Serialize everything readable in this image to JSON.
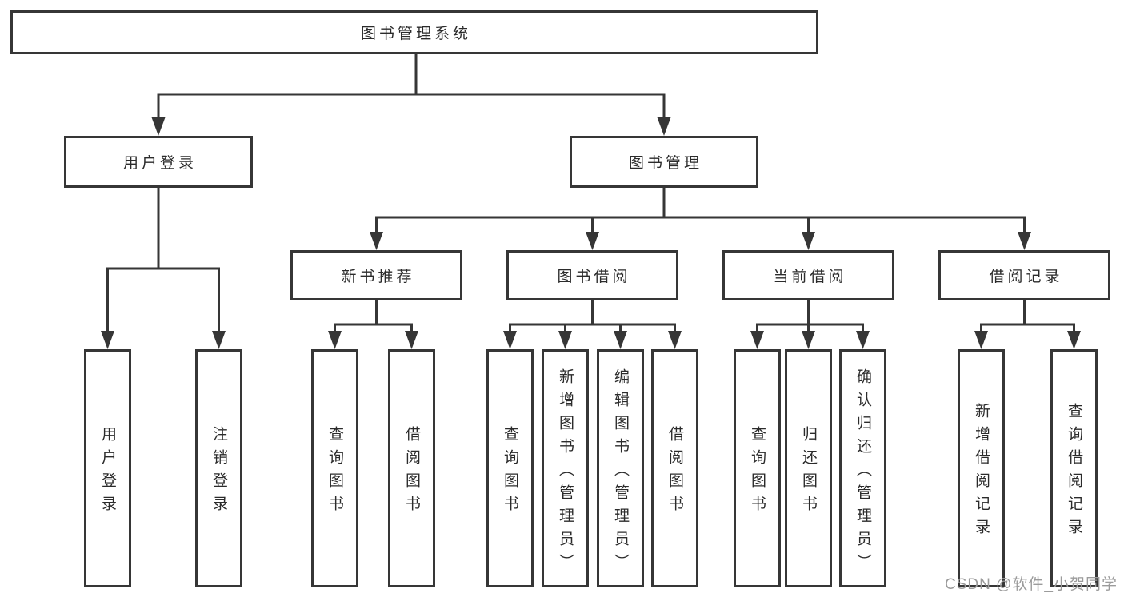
{
  "diagram_title": "图书管理系统",
  "tree": {
    "label": "图书管理系统",
    "children": [
      {
        "label": "用户登录",
        "children": [
          {
            "label": "用户登录"
          },
          {
            "label": "注销登录"
          }
        ]
      },
      {
        "label": "图书管理",
        "children": [
          {
            "label": "新书推荐",
            "children": [
              {
                "label": "查询图书"
              },
              {
                "label": "借阅图书"
              }
            ]
          },
          {
            "label": "图书借阅",
            "children": [
              {
                "label": "查询图书"
              },
              {
                "label": "新增图书（管理员）"
              },
              {
                "label": "编辑图书（管理员）"
              },
              {
                "label": "借阅图书"
              }
            ]
          },
          {
            "label": "当前借阅",
            "children": [
              {
                "label": "查询图书"
              },
              {
                "label": "归还图书"
              },
              {
                "label": "确认归还（管理员）"
              }
            ]
          },
          {
            "label": "借阅记录",
            "children": [
              {
                "label": "新增借阅记录"
              },
              {
                "label": "查询借阅记录"
              }
            ]
          }
        ]
      }
    ]
  },
  "watermark": {
    "text": "CSDN @软件_小贺同学"
  },
  "colors": {
    "line": "#363636",
    "box_border": "#363636",
    "text": "#2b2b2b",
    "watermark": "#9b9b9b",
    "background": "#ffffff"
  }
}
